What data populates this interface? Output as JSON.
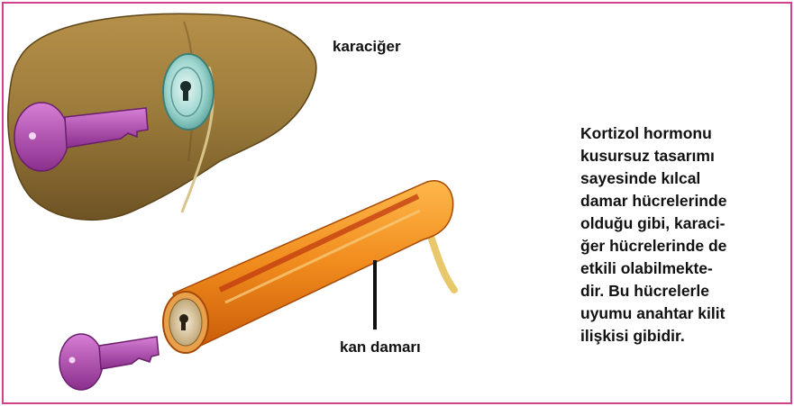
{
  "labels": {
    "liver": "karaciğer",
    "vessel": "kan damarı"
  },
  "description_lines": [
    "Kortizol hormonu",
    "kusursuz tasarımı",
    "sayesinde kılcal",
    "damar hücrelerinde",
    "olduğu gibi, karaci-",
    "ğer hücrelerinde de",
    "etkili olabilmekte-",
    "dir. Bu hücrelerle",
    "uyumu anahtar kilit",
    "ilişkisi gibidir."
  ],
  "colors": {
    "border": "#d0408f",
    "liver": "#9a7a3a",
    "key": "#b04fb0",
    "vessel": "#f08a1c",
    "lock": "#9fd6d0"
  },
  "icons": [
    "liver-illustration",
    "key-icon",
    "lock-icon",
    "blood-vessel-illustration"
  ]
}
